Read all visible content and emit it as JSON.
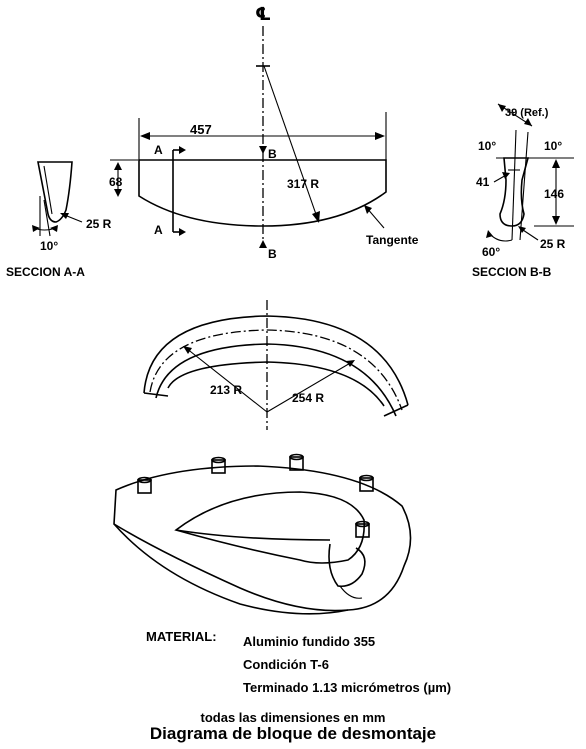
{
  "drawing": {
    "centerline_symbol": "℄",
    "top_view": {
      "width_dim": "457",
      "depth_dim": "68",
      "radius_dim": "317 R",
      "tangent_label": "Tangente",
      "cut_a_upper": "A",
      "cut_a_lower": "A",
      "cut_b_upper": "B",
      "cut_b_lower": "B"
    },
    "section_aa": {
      "title": "SECCION A-A",
      "radius": "25 R",
      "angle": "10°"
    },
    "section_bb": {
      "title": "SECCION B-B",
      "ref_dim": "39 (Ref.)",
      "angle_left": "10°",
      "angle_right": "10°",
      "small_dim": "41",
      "height_dim": "146",
      "radius": "25 R",
      "bottom_angle": "60°"
    },
    "arc_view": {
      "inner_radius": "213 R",
      "outer_radius": "254 R"
    }
  },
  "material": {
    "label": "MATERIAL:",
    "lines": [
      "Aluminio fundido 355",
      "Condición T-6",
      "Terminado 1.13 micrómetros (µm)"
    ]
  },
  "footer": {
    "units_note": "todas las dimensiones en mm",
    "title": "Diagrama de bloque de desmontaje"
  }
}
